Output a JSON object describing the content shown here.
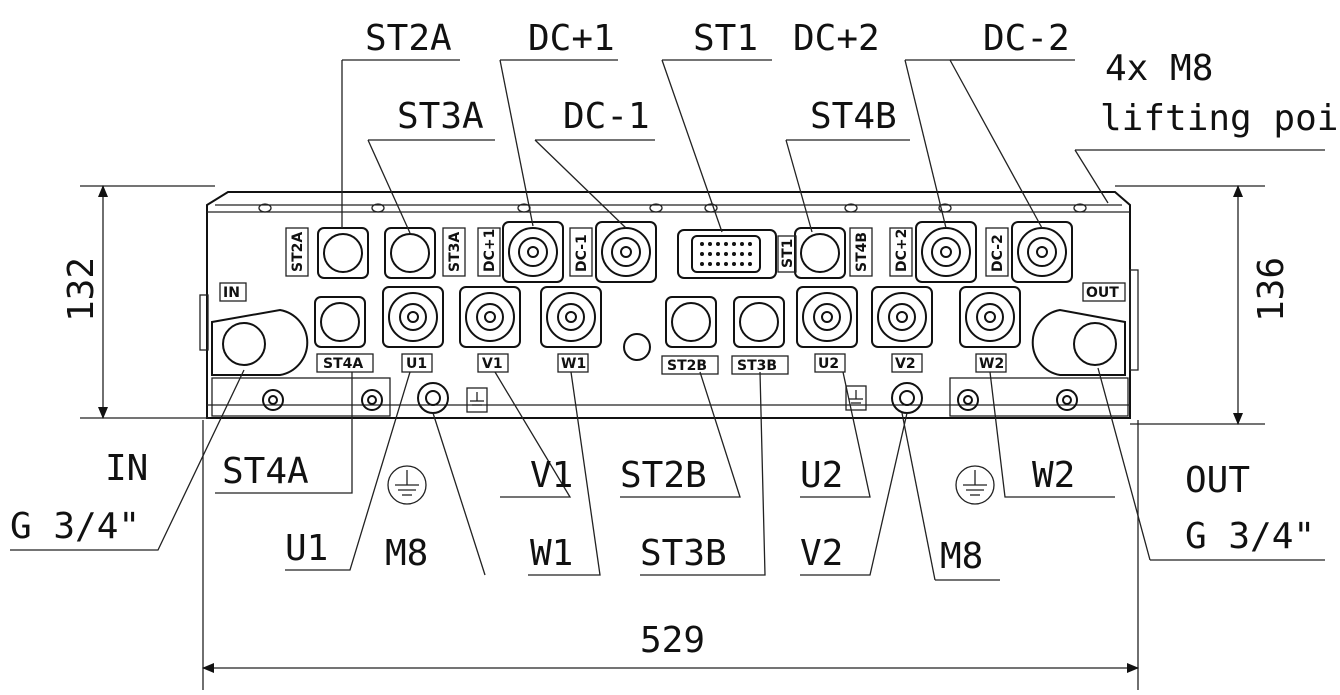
{
  "labels": {
    "st2a": "ST2A",
    "st3a": "ST3A",
    "dc_plus_1": "DC+1",
    "dc_minus_1": "DC-1",
    "st1": "ST1",
    "dc_plus_2": "DC+2",
    "st4b": "ST4B",
    "dc_minus_2": "DC-2",
    "lifting_1": "4x M8",
    "lifting_2": "lifting point",
    "in": "IN",
    "in_thread": "G 3/4\"",
    "st4a": "ST4A",
    "u1": "U1",
    "m8_left": "M8",
    "v1": "V1",
    "w1": "W1",
    "st2b": "ST2B",
    "st3b": "ST3B",
    "u2": "U2",
    "v2": "V2",
    "m8_right": "M8",
    "w2": "W2",
    "out": "OUT",
    "out_thread": "G 3/4\""
  },
  "dimensions": {
    "height_left": "132",
    "height_right": "136",
    "width": "529"
  },
  "panel_marks": {
    "st2a": "ST2A",
    "st3a": "ST3A",
    "dc1p": "DC+1",
    "dc1m": "DC-1",
    "st1": "ST1",
    "st4b": "ST4B",
    "dc2p": "DC+2",
    "dc2m": "DC-2",
    "in": "IN",
    "out": "OUT",
    "st4a": "ST4A",
    "u1": "U1",
    "v1": "V1",
    "w1": "W1",
    "st2b": "ST2B",
    "st3b": "ST3B",
    "u2": "U2",
    "v2": "V2",
    "w2": "W2"
  }
}
